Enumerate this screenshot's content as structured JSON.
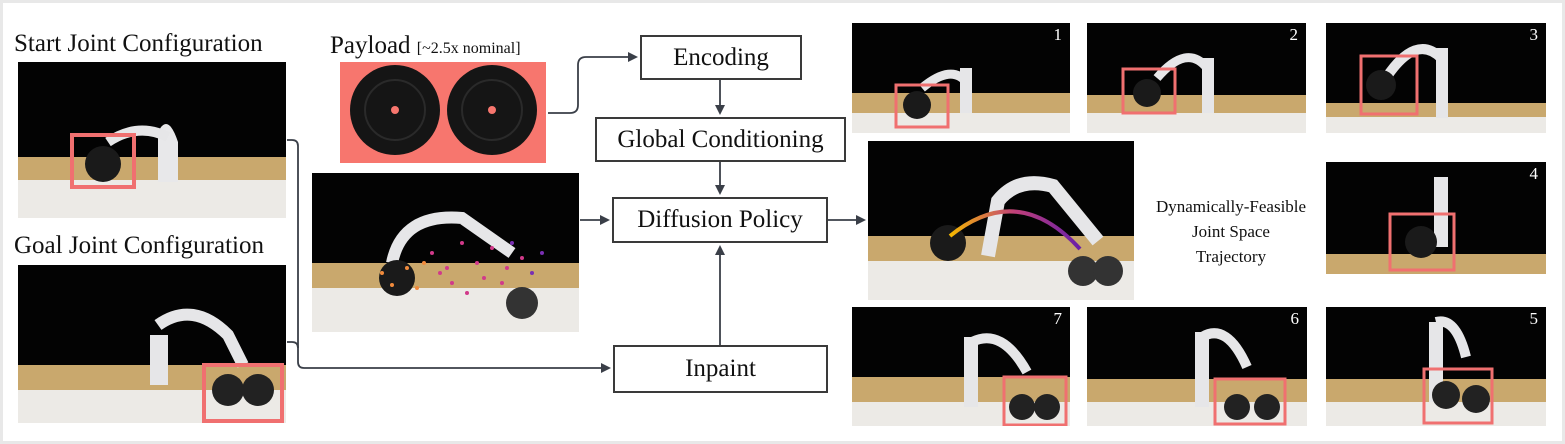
{
  "labels": {
    "start": "Start Joint Configuration",
    "goal": "Goal Joint Configuration",
    "payload": "Payload",
    "payload_note": "[~2.5x nominal]",
    "trajectory_line1": "Dynamically-Feasible",
    "trajectory_line2": "Joint Space",
    "trajectory_line3": "Trajectory"
  },
  "boxes": {
    "encoding": "Encoding",
    "global_conditioning": "Global Conditioning",
    "diffusion_policy": "Diffusion Policy",
    "inpaint": "Inpaint"
  },
  "frames": {
    "f1": "1",
    "f2": "2",
    "f3": "3",
    "f4": "4",
    "f5": "5",
    "f6": "6",
    "f7": "7"
  },
  "colors": {
    "highlight": "#f07070",
    "payload_bg": "#f7766e",
    "arrow": "#3a3f48",
    "trajectory_start": "#f5b800",
    "trajectory_end": "#6a1fa8"
  }
}
